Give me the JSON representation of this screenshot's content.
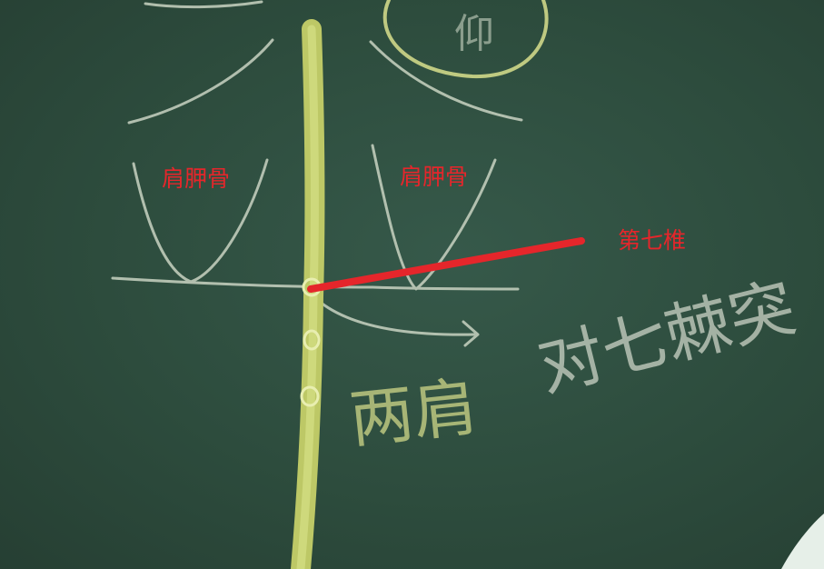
{
  "colors": {
    "board": "#2f4f3f",
    "chalk": "#c9d3c2",
    "spine": "#c4cf6c",
    "chalk_yellow": "#cfd788",
    "annotation_red": "#e5262b"
  },
  "annotations": {
    "scapula_left": "肩胛骨",
    "scapula_right": "肩胛骨",
    "c7_label": "第七椎"
  },
  "chalk_text": {
    "top_circle_char": "仰",
    "note_right": "对七棘突",
    "note_arrow": "两肩"
  }
}
